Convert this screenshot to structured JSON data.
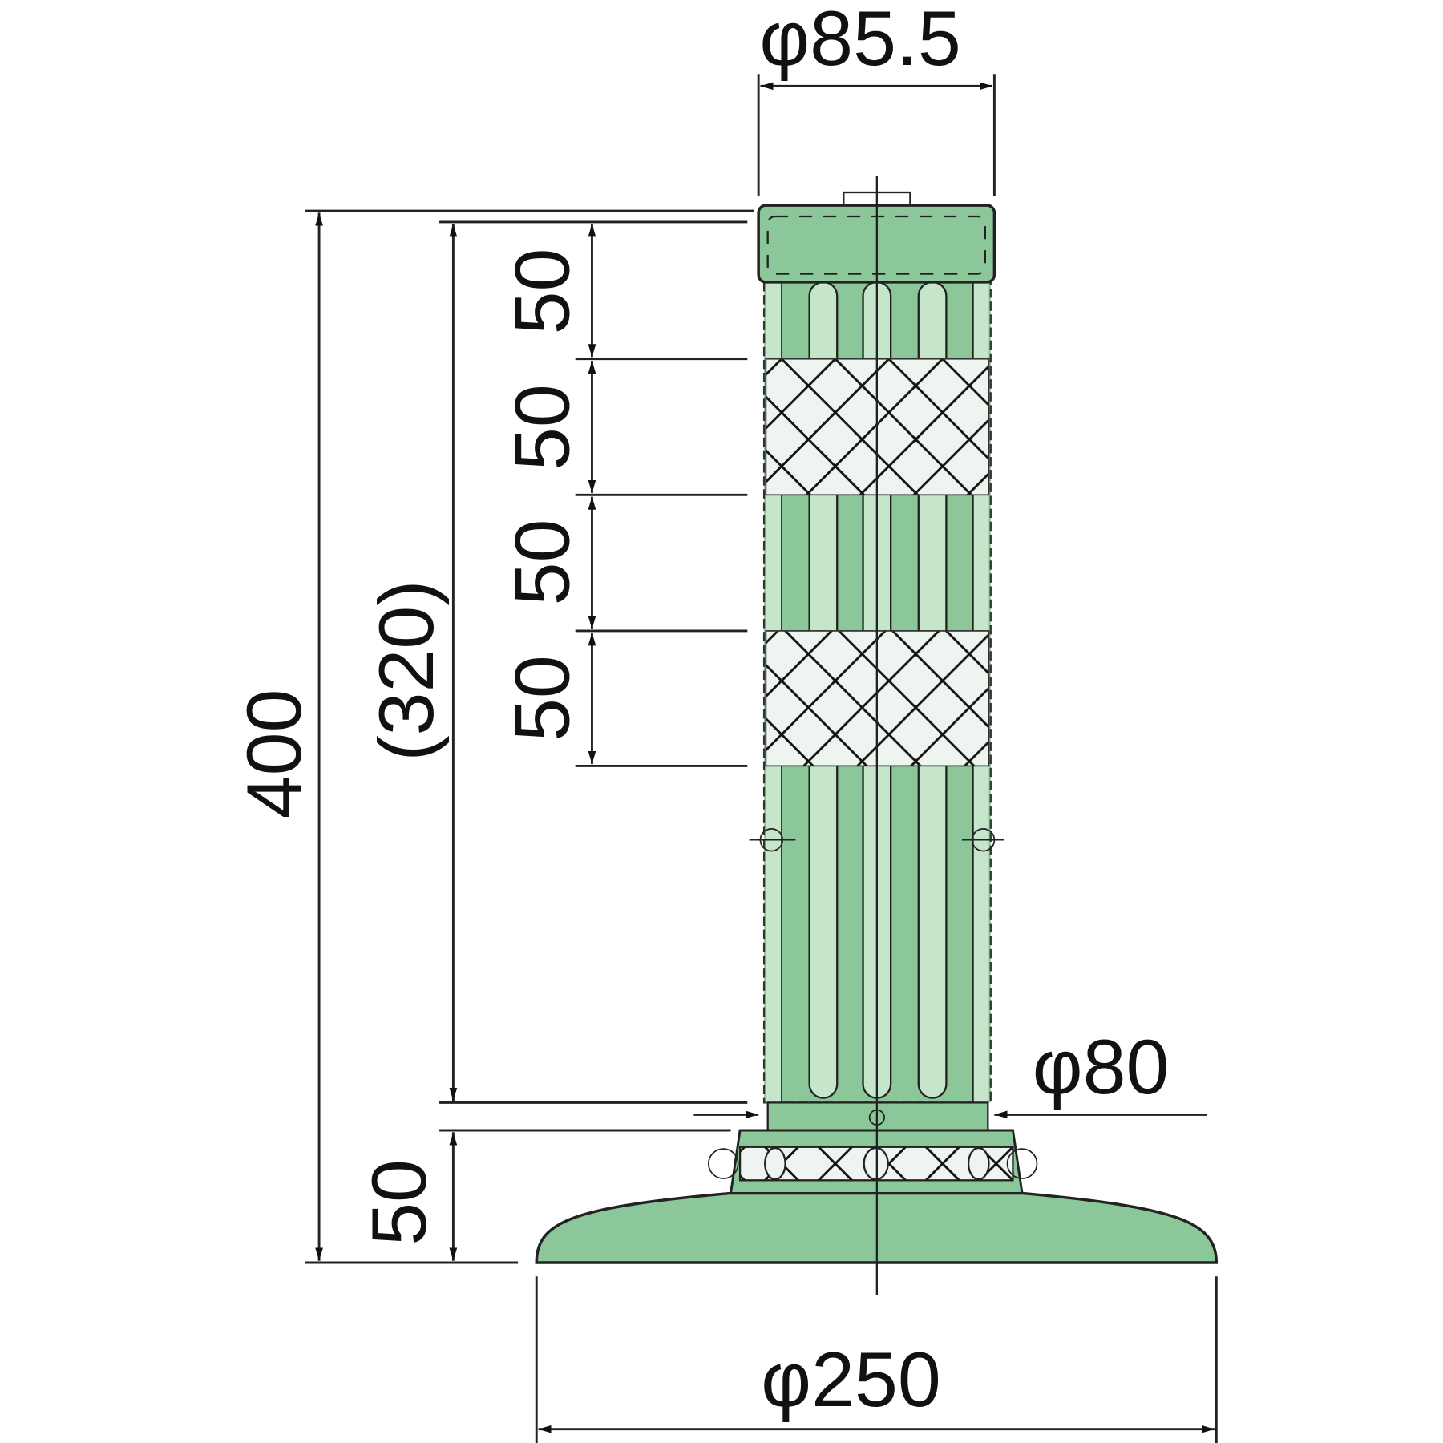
{
  "title": "Delineator post dimension drawing",
  "colors": {
    "body": "#8cc79a",
    "light_strip": "#c6e6cb",
    "reflector": "#eef5f0",
    "line": "#222222"
  },
  "dimensions": {
    "top_diameter": "φ85.5",
    "total_height": "400",
    "post_height": "(320)",
    "band_1": "50",
    "band_2": "50",
    "band_3": "50",
    "band_4": "50",
    "base_height": "50",
    "post_bottom_diameter": "φ80",
    "base_diameter": "φ250"
  }
}
